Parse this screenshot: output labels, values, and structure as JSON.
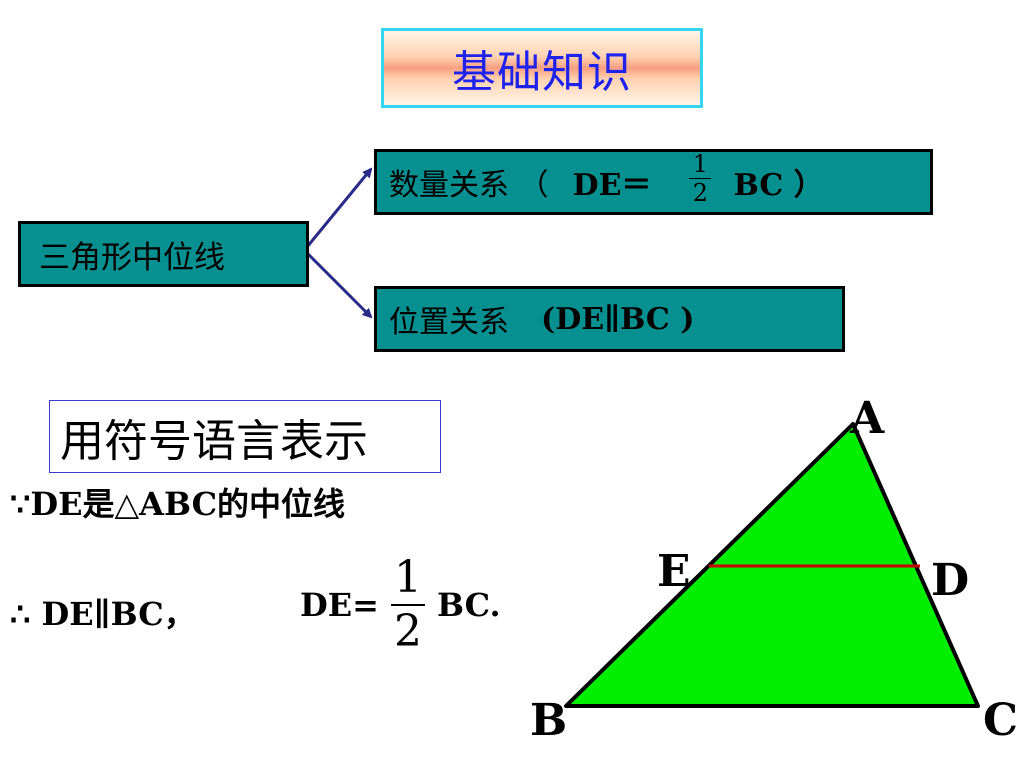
{
  "title": "基础知识",
  "mind_map": {
    "topic": "三角形中位线",
    "quantity": {
      "label": "数量关系 （",
      "lhs": "DE＝",
      "frac_num": "1",
      "frac_den": "2",
      "rhs": "BC ）"
    },
    "position": {
      "label": "位置关系",
      "relation": "(DE∥BC )"
    }
  },
  "symbolic": {
    "heading": "用符号语言表示",
    "premise": "∵DE是△ABC的中位线",
    "conclusion": "∴ DE∥BC，",
    "formula_lhs": "DE=",
    "frac_num": "1",
    "frac_den": "2",
    "formula_rhs": "BC."
  },
  "figure": {
    "vertices": {
      "A": "A",
      "B": "B",
      "C": "C",
      "D": "D",
      "E": "E"
    },
    "fill_color": "#00ee00",
    "midline_color": "#cc0000",
    "arrow_color": "#2a2a8a"
  },
  "colors": {
    "title_text": "#1e22ee",
    "title_border": "#33d6f2",
    "box_fill": "#079090"
  }
}
